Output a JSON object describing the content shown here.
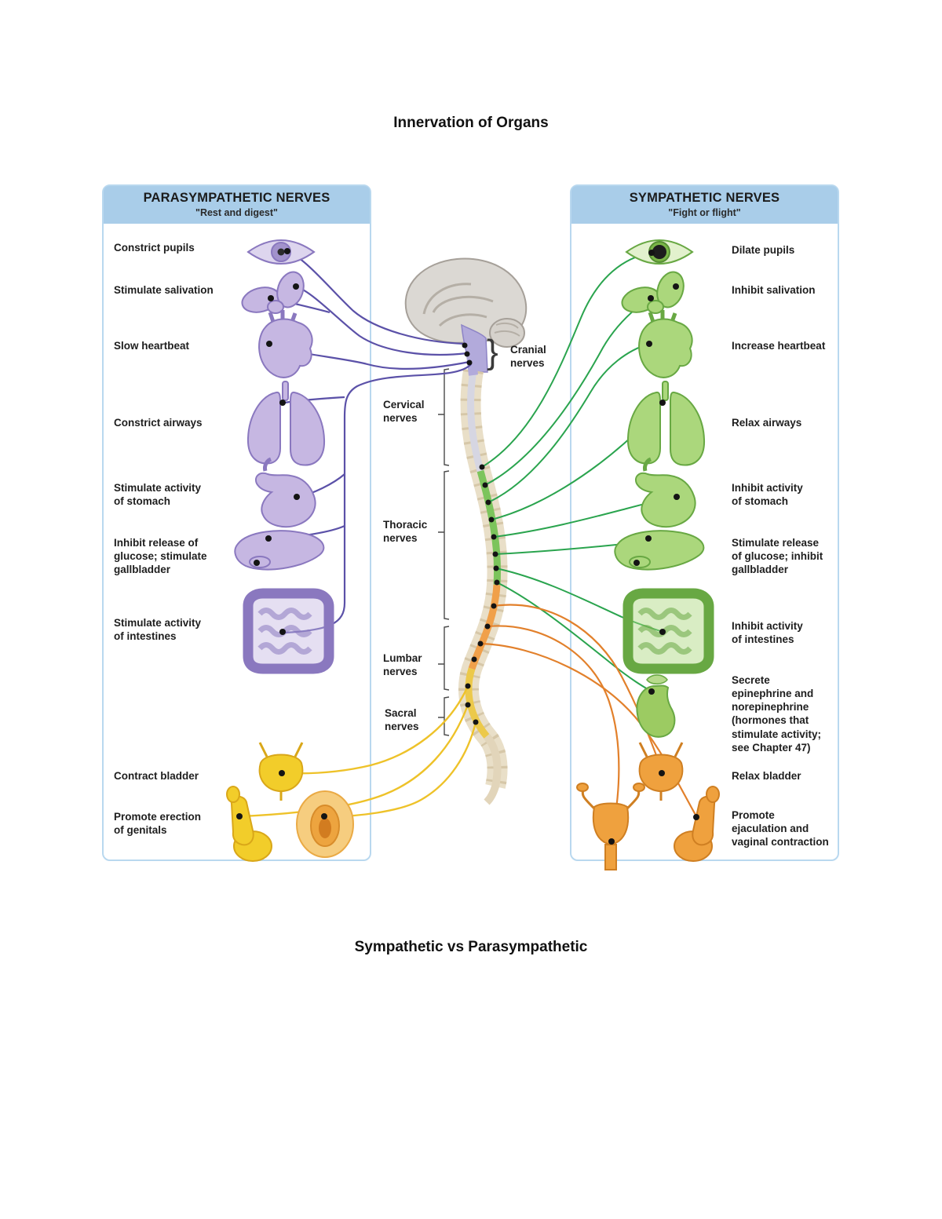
{
  "page": {
    "title_top": "Innervation of Organs",
    "title_bottom": "Sympathetic vs Parasympathetic"
  },
  "left_panel": {
    "title": "PARASYMPATHETIC NERVES",
    "subtitle": "\"Rest and digest\"",
    "labels": [
      "Constrict pupils",
      "Stimulate salivation",
      "Slow heartbeat",
      "Constrict airways",
      "Stimulate activity\nof stomach",
      "Inhibit release of\nglucose; stimulate\ngallbladder",
      "Stimulate activity\nof intestines",
      "Contract bladder",
      "Promote erection\nof genitals"
    ]
  },
  "right_panel": {
    "title": "SYMPATHETIC NERVES",
    "subtitle": "\"Fight or flight\"",
    "labels": [
      "Dilate pupils",
      "Inhibit salivation",
      "Increase heartbeat",
      "Relax airways",
      "Inhibit activity\nof stomach",
      "Stimulate release\nof glucose; inhibit\ngallbladder",
      "Inhibit activity\nof intestines",
      "Secrete\nepinephrine and\nnorepinephrine\n(hormones that\nstimulate activity;\nsee Chapter 47)",
      "Relax bladder",
      "Promote\nejaculation and\nvaginal contraction"
    ]
  },
  "spine": {
    "labels": [
      "Cranial\nnerves",
      "Cervical\nnerves",
      "Thoracic\nnerves",
      "Lumbar\nnerves",
      "Sacral\nnerves"
    ],
    "brace": "}"
  },
  "colors": {
    "panel_header_blue": "#a9cde9",
    "panel_border_blue": "#b9d8ef",
    "parasympathetic_purple": "#5b51a8",
    "sympathetic_green": "#2aa44e",
    "lumbar_orange": "#e2802b",
    "sacral_yellow": "#eec229",
    "spine_tan": "#e9dfc8"
  },
  "organ_icons": {
    "left": [
      "eye-icon",
      "salivary-glands-icon",
      "heart-icon",
      "lungs-icon",
      "stomach-icon",
      "liver-gallbladder-icon",
      "intestines-icon",
      "bladder-icon",
      "penis-icon",
      "vulva-icon"
    ],
    "right": [
      "eye-icon",
      "salivary-glands-icon",
      "heart-icon",
      "lungs-icon",
      "stomach-icon",
      "liver-gallbladder-icon",
      "intestines-icon",
      "adrenal-kidney-icon",
      "bladder-icon",
      "uterus-icon",
      "penis-icon"
    ],
    "center": [
      "brain-icon",
      "spinal-cord-icon"
    ]
  }
}
